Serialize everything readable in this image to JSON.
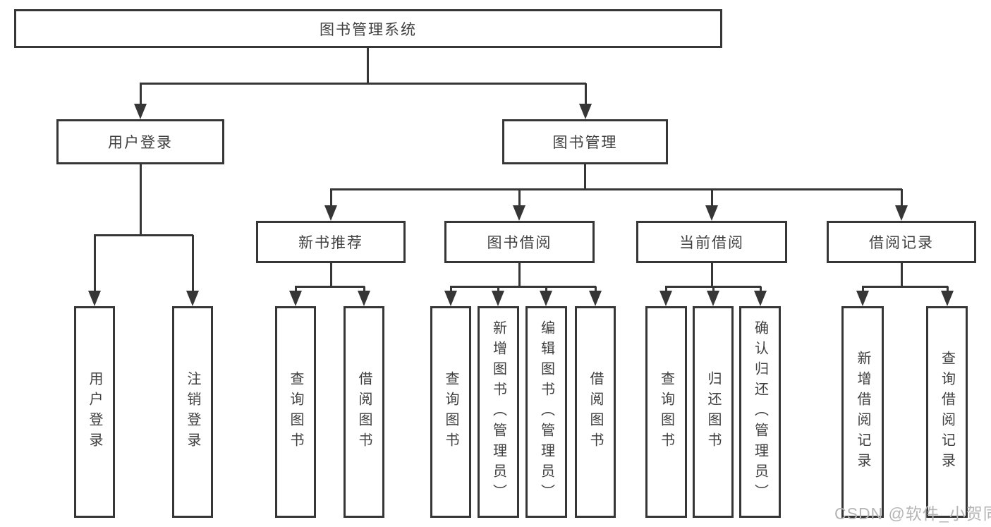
{
  "diagram": {
    "title": "图书管理系统",
    "children": [
      {
        "label": "用户登录",
        "children": [
          {
            "label": "用户登录"
          },
          {
            "label": "注销登录"
          }
        ]
      },
      {
        "label": "图书管理",
        "children": [
          {
            "label": "新书推荐",
            "children": [
              {
                "label": "查询图书"
              },
              {
                "label": "借阅图书"
              }
            ]
          },
          {
            "label": "图书借阅",
            "children": [
              {
                "label": "查询图书"
              },
              {
                "label": "新增图书（管理员）"
              },
              {
                "label": "编辑图书（管理员）"
              },
              {
                "label": "借阅图书"
              }
            ]
          },
          {
            "label": "当前借阅",
            "children": [
              {
                "label": "查询图书"
              },
              {
                "label": "归还图书"
              },
              {
                "label": "确认归还（管理员）"
              }
            ]
          },
          {
            "label": "借阅记录",
            "children": [
              {
                "label": "新增借阅记录"
              },
              {
                "label": "查询借阅记录"
              }
            ]
          }
        ]
      }
    ]
  },
  "watermark": "CSDN @软件_小贺同学",
  "colors": {
    "line": "#363636",
    "text": "#3f3f3f",
    "watermark": "#b5b5b5",
    "background": "#ffffff"
  }
}
